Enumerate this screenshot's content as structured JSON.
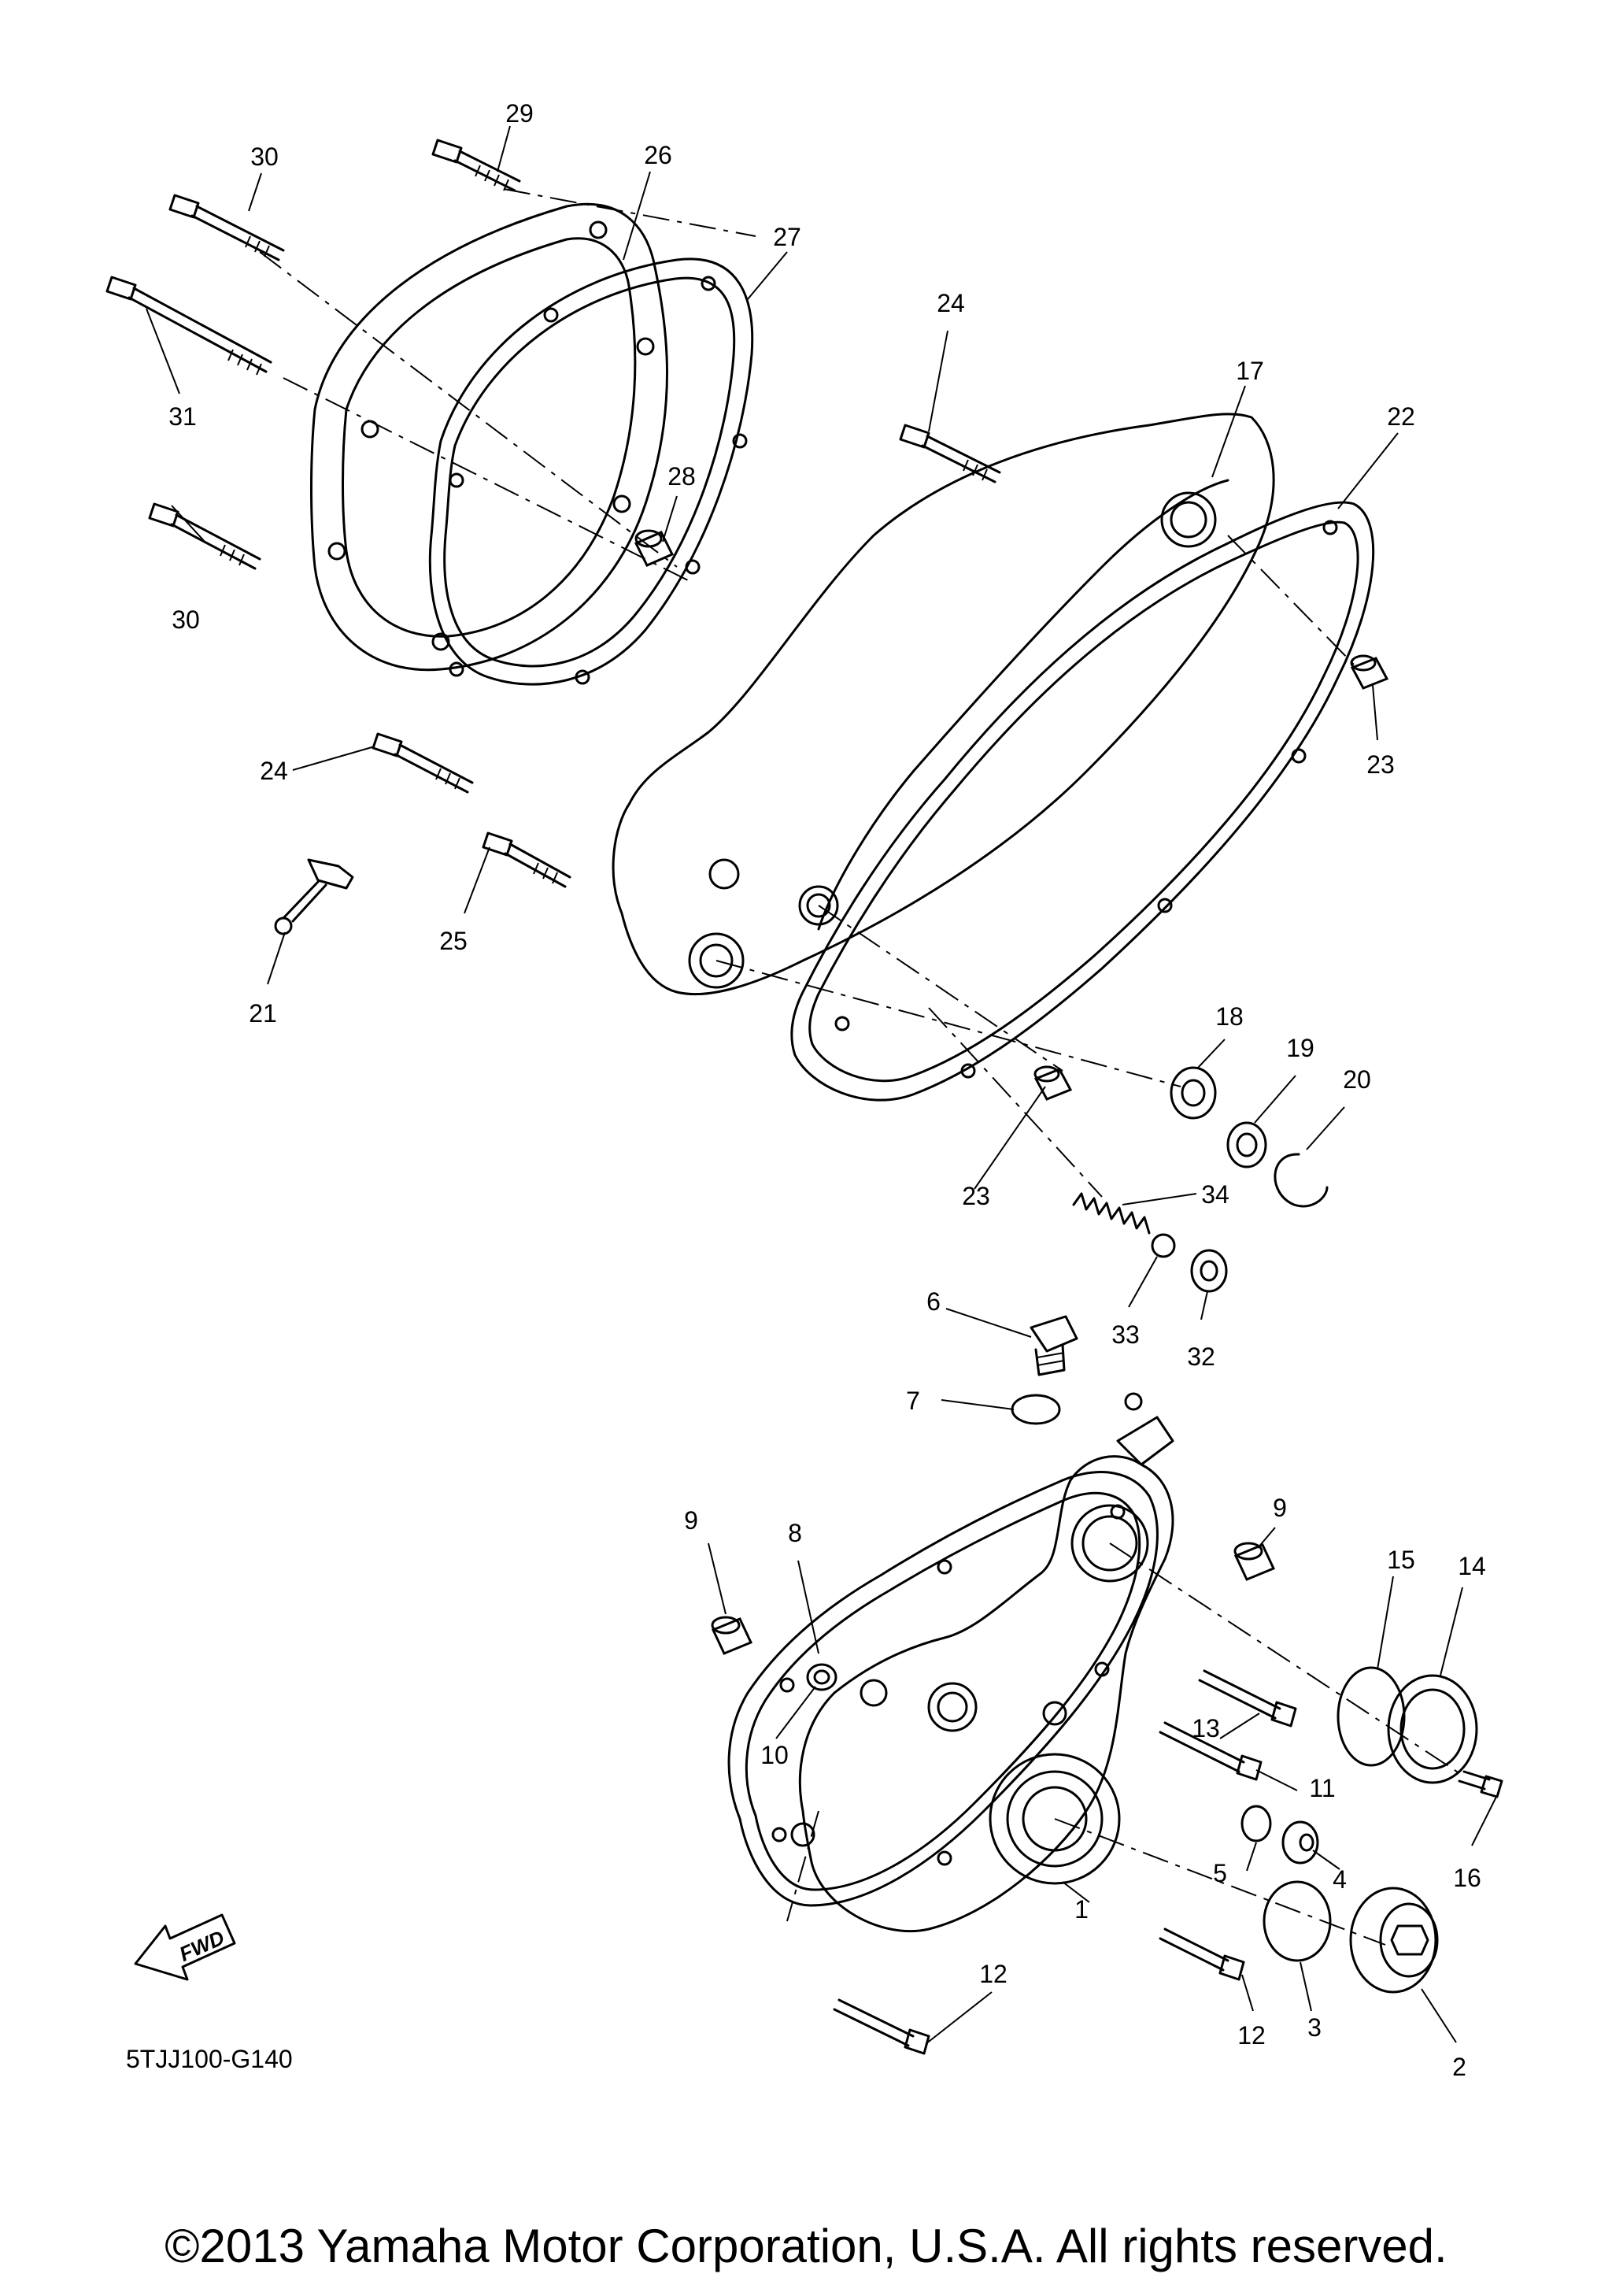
{
  "diagram_code": "5TJJ100-G140",
  "fwd_label": "FWD",
  "copyright": "©2013 Yamaha Motor Corporation, U.S.A. All rights reserved.",
  "callouts": [
    "1",
    "2",
    "3",
    "4",
    "5",
    "6",
    "7",
    "8",
    "9",
    "9",
    "10",
    "11",
    "12",
    "12",
    "13",
    "14",
    "15",
    "16",
    "17",
    "18",
    "19",
    "20",
    "21",
    "22",
    "23",
    "23",
    "24",
    "24",
    "25",
    "26",
    "27",
    "28",
    "29",
    "30",
    "30",
    "31",
    "32",
    "33",
    "34"
  ]
}
